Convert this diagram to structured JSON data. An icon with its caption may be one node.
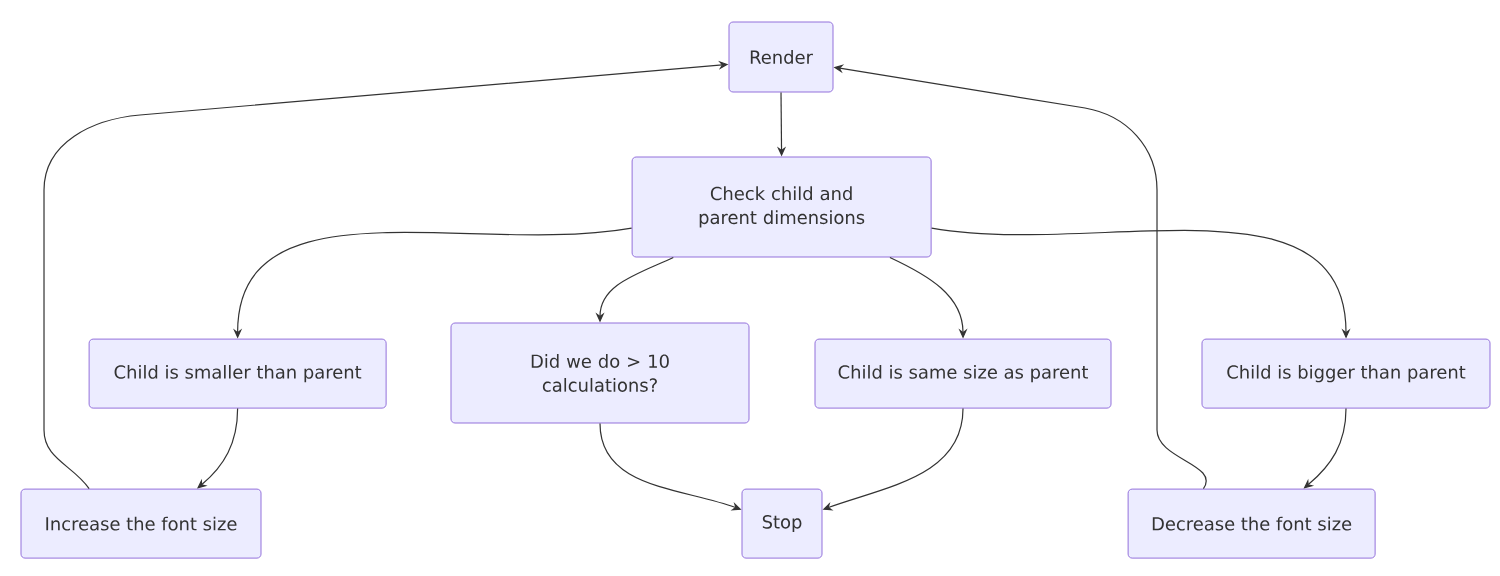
{
  "diagram": {
    "nodes": [
      {
        "text": [
          "Render"
        ]
      },
      {
        "text": [
          "Check child and parent dimensions"
        ]
      },
      {
        "text": [
          "Child is smaller than parent"
        ]
      },
      {
        "text": [
          "Did we do > 10 calculations?"
        ]
      },
      {
        "text": [
          "Child is same size as parent"
        ]
      },
      {
        "text": [
          "Child is bigger than parent"
        ]
      },
      {
        "text": [
          "Increase the font size"
        ]
      },
      {
        "text": [
          "Stop"
        ]
      },
      {
        "text": [
          "Decrease the font size"
        ]
      }
    ],
    "edges": [
      {
        "from": 0,
        "to": 1,
        "arrow": "to"
      },
      {
        "from": 1,
        "to": 2,
        "arrow": "to"
      },
      {
        "from": 1,
        "to": 3,
        "arrow": "to"
      },
      {
        "from": 1,
        "to": 4,
        "arrow": "to"
      },
      {
        "from": 1,
        "to": 5,
        "arrow": "to"
      },
      {
        "from": 2,
        "to": 6,
        "arrow": "to"
      },
      {
        "from": 3,
        "to": 7,
        "arrow": "to"
      },
      {
        "from": 4,
        "to": 7,
        "arrow": "to"
      },
      {
        "from": 5,
        "to": 8,
        "arrow": "to"
      },
      {
        "from": 6,
        "to": 0,
        "arrow": "to"
      },
      {
        "from": 8,
        "to": 0,
        "arrow": "to"
      }
    ]
  }
}
